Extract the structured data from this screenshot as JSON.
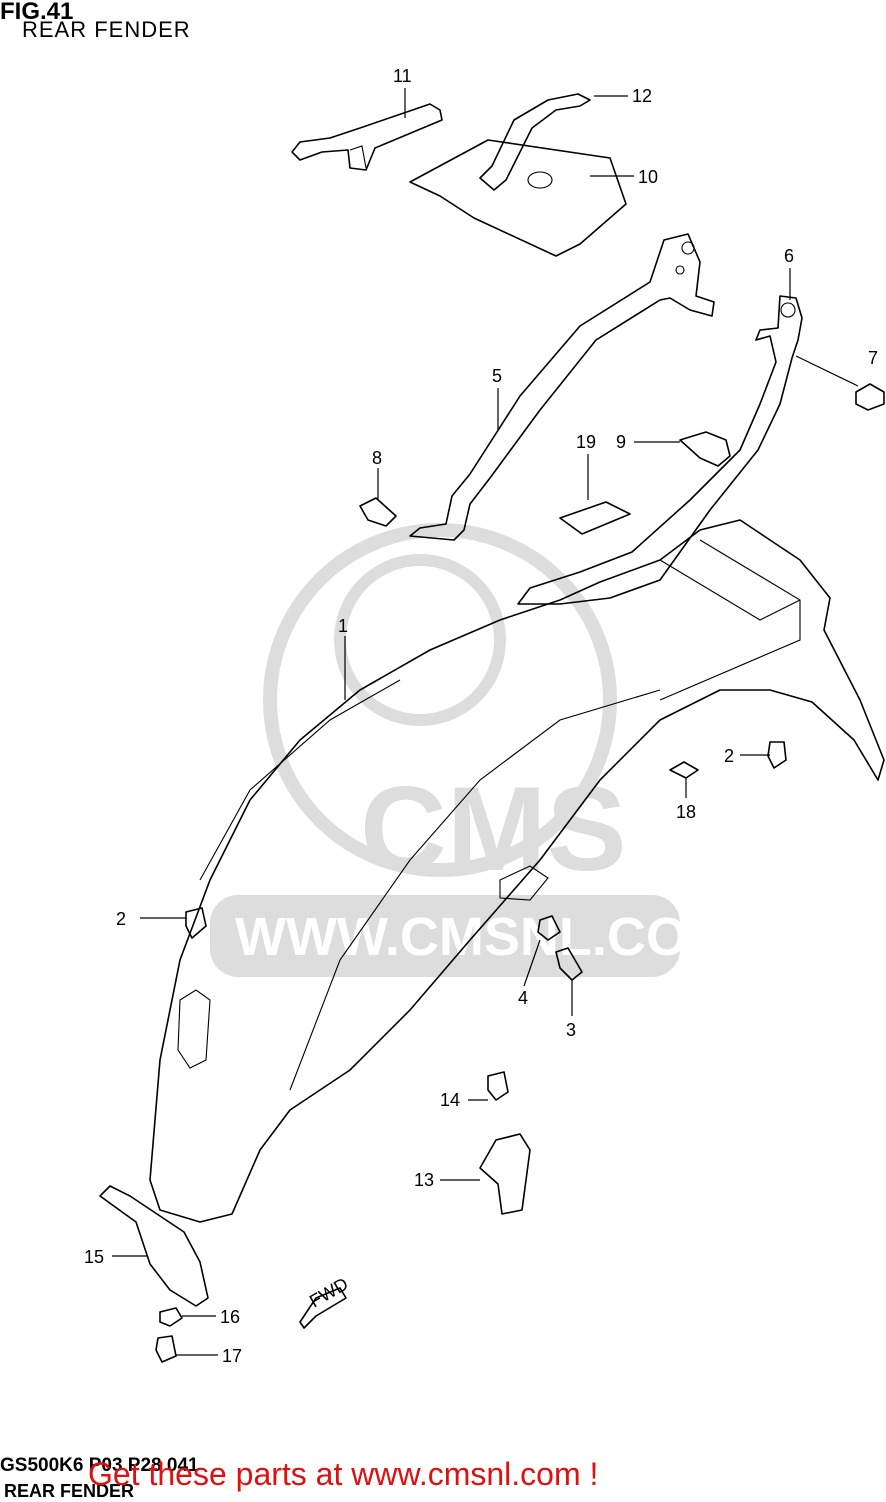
{
  "header": {
    "fig": "FIG.41",
    "title": "REAR FENDER"
  },
  "callouts": [
    {
      "id": "c11",
      "label": "11"
    },
    {
      "id": "c12",
      "label": "12"
    },
    {
      "id": "c10",
      "label": "10"
    },
    {
      "id": "c6",
      "label": "6"
    },
    {
      "id": "c7",
      "label": "7"
    },
    {
      "id": "c5",
      "label": "5"
    },
    {
      "id": "c19",
      "label": "19"
    },
    {
      "id": "c9",
      "label": "9"
    },
    {
      "id": "c8",
      "label": "8"
    },
    {
      "id": "c1",
      "label": "1"
    },
    {
      "id": "c2a",
      "label": "2"
    },
    {
      "id": "c18",
      "label": "18"
    },
    {
      "id": "c2b",
      "label": "2"
    },
    {
      "id": "c4",
      "label": "4"
    },
    {
      "id": "c3",
      "label": "3"
    },
    {
      "id": "c14",
      "label": "14"
    },
    {
      "id": "c13",
      "label": "13"
    },
    {
      "id": "c15",
      "label": "15"
    },
    {
      "id": "c16",
      "label": "16"
    },
    {
      "id": "c17",
      "label": "17"
    }
  ],
  "fwd_label": "FWD",
  "watermark": {
    "brand": "CMS",
    "url": "WWW.CMSNL.COM"
  },
  "footer": {
    "code": "GS500K6 P03 P28 041",
    "subtitle": "REAR FENDER",
    "promo": "Get these parts at www.cmsnl.com !",
    "promo_color": "#e01010"
  }
}
